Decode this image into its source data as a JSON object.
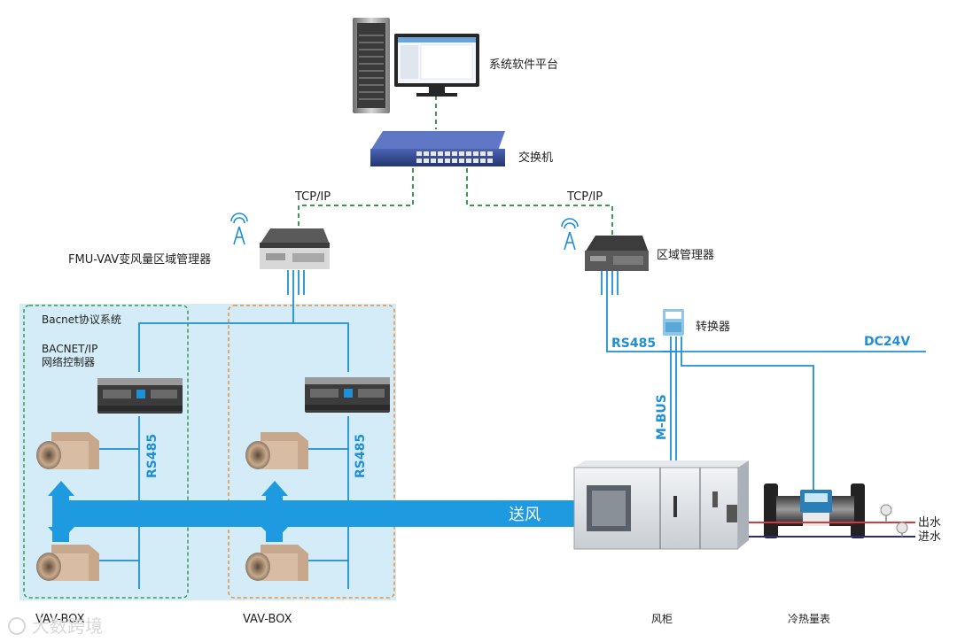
{
  "labels": {
    "software_platform": "系统软件平台",
    "switch": "交换机",
    "tcpip_left": "TCP/IP",
    "tcpip_right": "TCP/IP",
    "fmu_manager": "FMU-VAV变风量区域管理器",
    "area_manager": "区域管理器",
    "bacnet_system": "Bacnet协议系统",
    "bacnet_ip": "BACNET/IP",
    "network_controller": "网络控制器",
    "converter": "转换器",
    "rs485_top": "RS485",
    "dc24v": "DC24V",
    "mbus": "M-BUS",
    "rs485_left": "RS485",
    "rs485_mid": "RS485",
    "supply_air": "送风",
    "outlet_water": "出水",
    "inlet_water": "进水",
    "vavbox_left": "VAV-BOX",
    "vavbox_mid": "VAV-BOX",
    "air_cabinet": "风柜",
    "heat_meter": "冷热量表",
    "watermark": "大数跨境"
  },
  "colors": {
    "bus_blue": "#1f8fd6",
    "duct_blue": "#1e9be0",
    "zone_fill": "#d3ecf8",
    "ethernet_green": "#2e9b47",
    "dashed_green": "#3a9a4e",
    "dashed_orange": "#e8913a"
  }
}
